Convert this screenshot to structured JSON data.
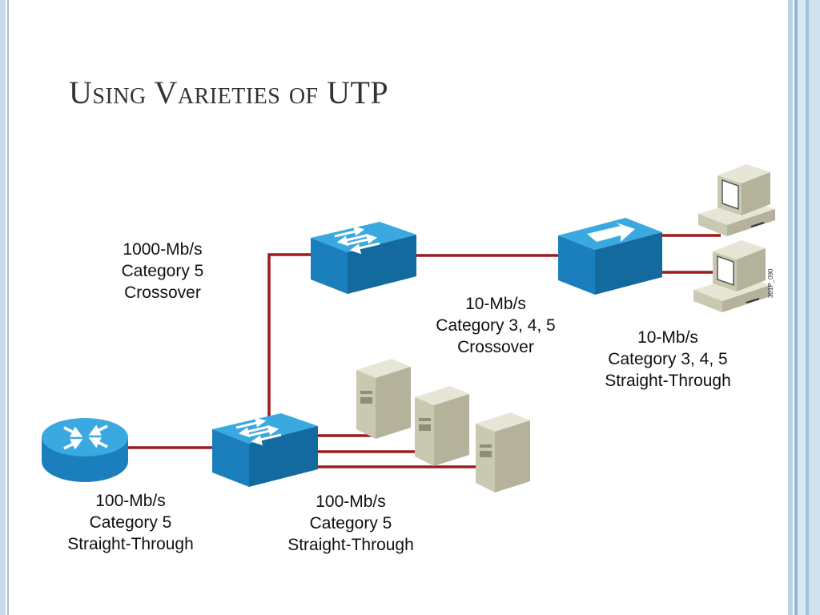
{
  "slide": {
    "title": "Using Varieties of UTP",
    "figure_code": "301P_090"
  },
  "labels": {
    "gigabit": {
      "line1": "1000-Mb/s",
      "line2": "Category 5",
      "line3": "Crossover"
    },
    "ten_crossover": {
      "line1": "10-Mb/s",
      "line2": "Category 3, 4, 5",
      "line3": "Crossover"
    },
    "ten_straight": {
      "line1": "10-Mb/s",
      "line2": "Category 3, 4, 5",
      "line3": "Straight-Through"
    },
    "router_link": {
      "line1": "100-Mb/s",
      "line2": "Category 5",
      "line3": "Straight-Through"
    },
    "server_link": {
      "line1": "100-Mb/s",
      "line2": "Category 5",
      "line3": "Straight-Through"
    }
  },
  "colors": {
    "cable": "#9b1b1f",
    "device_top": "#2f9fd8",
    "device_front": "#1b7fbd",
    "device_side": "#136a9f",
    "server_light": "#d9d8c5",
    "server_dark": "#b4b29b"
  },
  "icons": [
    "router-icon",
    "switch-icon",
    "hub-icon",
    "server-icon",
    "workstation-icon"
  ]
}
